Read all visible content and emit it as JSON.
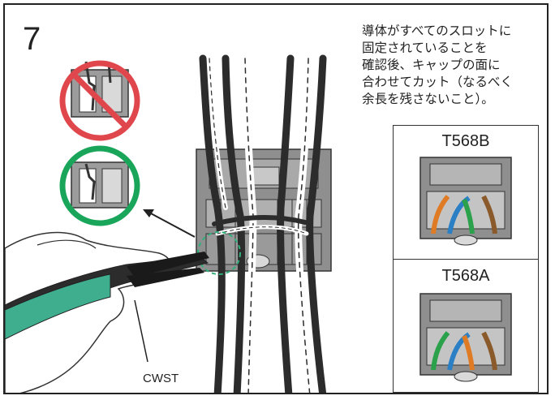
{
  "step": {
    "number": "7"
  },
  "instruction": {
    "text": "導体がすべてのスロットに\n固定されていることを\n確認後、キャップの面に\n合わせてカット（なるべく\n余長を残さないこと）。"
  },
  "standards": [
    {
      "label": "T568B"
    },
    {
      "label": "T568A"
    }
  ],
  "tool": {
    "label": "CWST"
  },
  "colors": {
    "line": "#222222",
    "wrong_circle": "#e0474c",
    "correct_circle": "#1aa65a",
    "cutter_handle": "#3fae8f",
    "dashed_zoom": "#2fb07a",
    "wire_orange": "#e07b25",
    "wire_blue": "#2b7fc4",
    "wire_green": "#2aa14a",
    "wire_brown": "#8a5a2b",
    "jack_gray": "#8f8f8f"
  },
  "icons": [
    "prohibited-icon",
    "check-correct-icon",
    "arrow-icon"
  ]
}
